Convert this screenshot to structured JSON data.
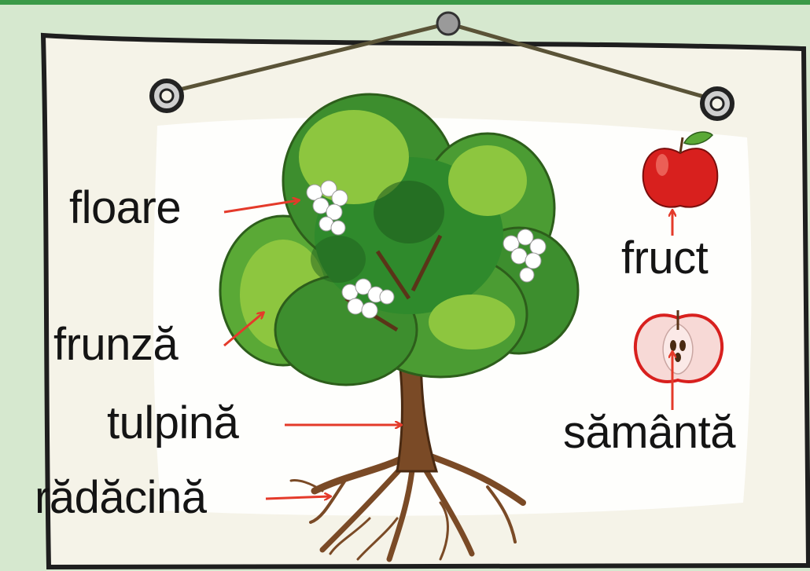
{
  "labels": {
    "floare": "floare",
    "frunza": "frunză",
    "tulpina": "tulpină",
    "radacina": "rădăcină",
    "fruct": "fruct",
    "samanta": "sământă"
  },
  "colors": {
    "background": "#d6e8cf",
    "board": "#f5f3e8",
    "border": "#1e1e1e",
    "arrow": "#e43a2a",
    "trunk": "#7a4a26",
    "leaf_dark": "#2f8a2c",
    "leaf_light": "#8dc63f",
    "apple": "#d8201e",
    "top_bar": "#3b9a48"
  }
}
